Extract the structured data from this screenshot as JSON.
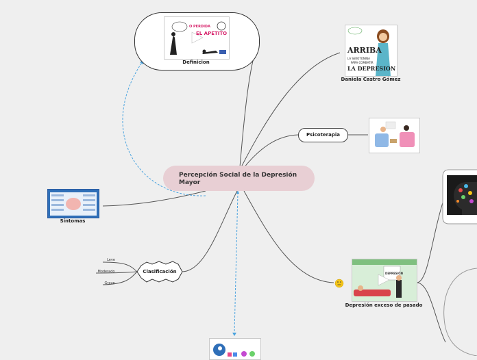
{
  "central": {
    "title": "Percepción Social de la Depresión Mayor"
  },
  "nodes": {
    "definicion": "Definicion",
    "daniela": "Daniela Castro Gómez",
    "psicoterapia": "Psicoterapia",
    "sintomas": "Síntomas",
    "clasificacion": "Clasificación",
    "depresion_pasado": "Depresión exceso de pasado"
  },
  "clasificacion_items": [
    "Leve",
    "Moderado",
    "Grave"
  ],
  "image_text": {
    "definicion_thumb": [
      "O PERDIDA",
      "EL APETITO"
    ],
    "daniela_thumb": [
      "ARRIBA",
      "LA SEROTONINA",
      "PARA COMBATIR",
      "LA DEPRESION"
    ],
    "pasado_thumb": [
      "DEPRESIÓN"
    ]
  },
  "colors": {
    "background": "#efefef",
    "central_fill": "#e8cfd4",
    "connector": "#555555",
    "dashed_link": "#4aa3df"
  }
}
